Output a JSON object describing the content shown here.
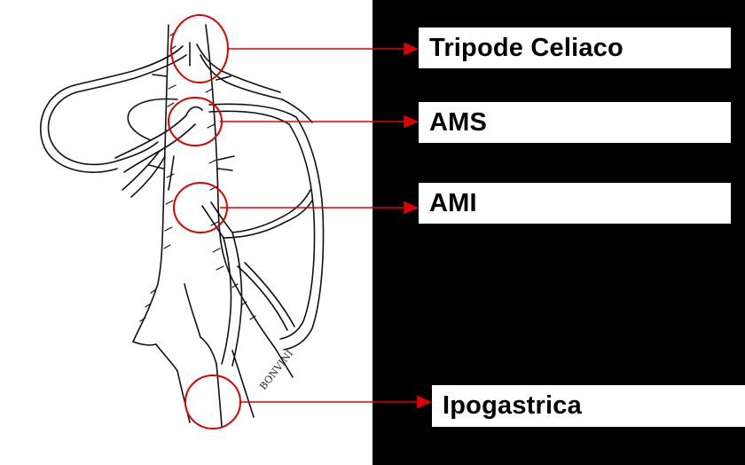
{
  "labels": {
    "tripode": "Tripode Celiaco",
    "ams": "AMS",
    "ami": "AMI",
    "ipogastrica": "Ipogastrica"
  },
  "signature": "BONVINI",
  "colors": {
    "marker": "#e00000",
    "ink": "#111111",
    "background_left": "#ffffff",
    "background_right": "#000000",
    "label_box": "#ffffff"
  }
}
